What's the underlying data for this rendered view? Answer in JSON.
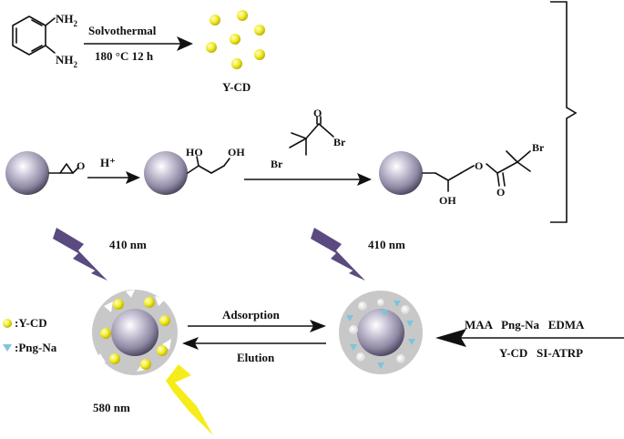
{
  "step1": {
    "amine_top": "NH",
    "amine_top_sub": "2",
    "amine_bottom": "NH",
    "amine_bottom_sub": "2",
    "condition_top": "Solvothermal",
    "condition_bottom": "180 °C  12 h",
    "product": "Y-CD"
  },
  "step2": {
    "epoxide_o": "O",
    "acid": "H⁺",
    "diol_oh1": "HO",
    "diol_oh2": "OH",
    "reagent_br_left": "Br",
    "reagent_o": "O",
    "reagent_br_right": "Br",
    "ester_o": "O",
    "ester_o2": "O",
    "product_br": "Br",
    "product_oh": "OH"
  },
  "excitation_left": "410 nm",
  "excitation_right": "410 nm",
  "emission": "580 nm",
  "legend": {
    "ycd": ":Y-CD",
    "png": ":Png-Na"
  },
  "arrows": {
    "adsorption": "Adsorption",
    "elution": "Elution"
  },
  "reagents": {
    "line1": "MAA   Png-Na   EDMA",
    "line2": "Y-CD   SI-ATRP"
  },
  "colors": {
    "ycd": "#f2ee2a",
    "png": "#7ec4dc",
    "bolt_purple": "#5b4a80",
    "bolt_yellow": "#f5ec1a",
    "shell": "#c8c8c8",
    "sphere": "#9a93ab"
  }
}
